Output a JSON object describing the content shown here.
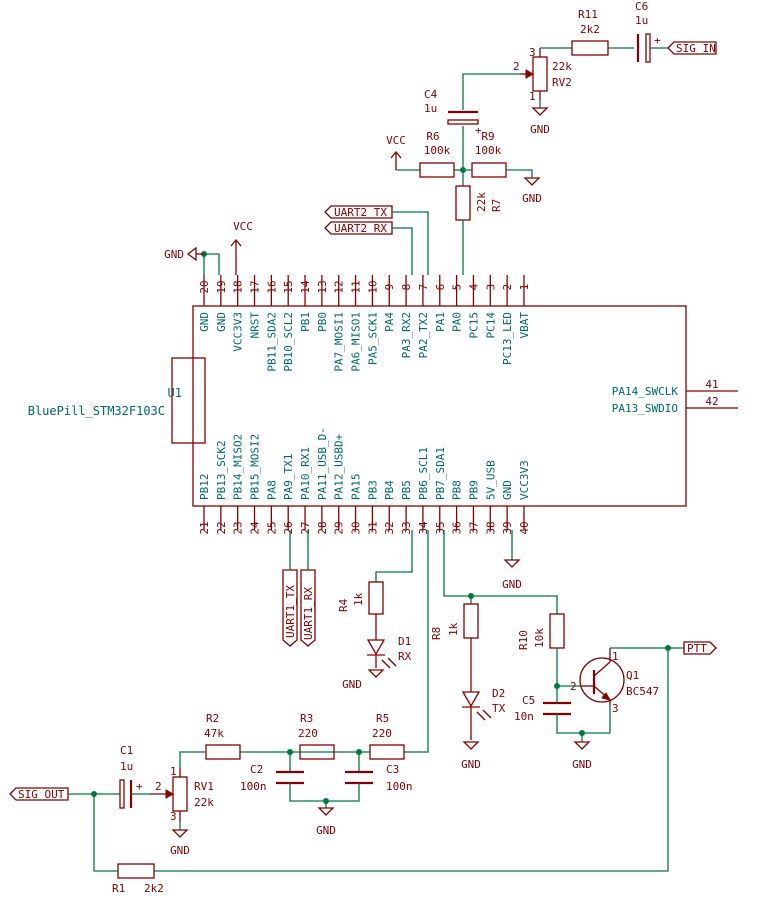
{
  "u1": {
    "ref": "U1",
    "value": "BluePill_STM32F103C",
    "top_pins": [
      {
        "num": "20",
        "name": "GND"
      },
      {
        "num": "19",
        "name": "GND"
      },
      {
        "num": "18",
        "name": "VCC3V3"
      },
      {
        "num": "17",
        "name": "NRST"
      },
      {
        "num": "16",
        "name": "PB11_SDA2"
      },
      {
        "num": "15",
        "name": "PB10_SCL2"
      },
      {
        "num": "14",
        "name": "PB1"
      },
      {
        "num": "13",
        "name": "PB0"
      },
      {
        "num": "12",
        "name": "PA7_MOSI1"
      },
      {
        "num": "11",
        "name": "PA6_MISO1"
      },
      {
        "num": "10",
        "name": "PA5_SCK1"
      },
      {
        "num": "9",
        "name": "PA4"
      },
      {
        "num": "8",
        "name": "PA3_RX2"
      },
      {
        "num": "7",
        "name": "PA2_TX2"
      },
      {
        "num": "6",
        "name": "PA1"
      },
      {
        "num": "5",
        "name": "PA0"
      },
      {
        "num": "4",
        "name": "PC15"
      },
      {
        "num": "3",
        "name": "PC14"
      },
      {
        "num": "2",
        "name": "PC13_LED"
      },
      {
        "num": "1",
        "name": "VBAT"
      }
    ],
    "bottom_pins": [
      {
        "num": "21",
        "name": "PB12"
      },
      {
        "num": "22",
        "name": "PB13_SCK2"
      },
      {
        "num": "23",
        "name": "PB14_MISO2"
      },
      {
        "num": "24",
        "name": "PB15_MOSI2"
      },
      {
        "num": "25",
        "name": "PA8"
      },
      {
        "num": "26",
        "name": "PA9_TX1"
      },
      {
        "num": "27",
        "name": "PA10_RX1"
      },
      {
        "num": "28",
        "name": "PA11_USB_D-"
      },
      {
        "num": "29",
        "name": "PA12_USBD+"
      },
      {
        "num": "30",
        "name": "PA15"
      },
      {
        "num": "31",
        "name": "PB3"
      },
      {
        "num": "32",
        "name": "PB4"
      },
      {
        "num": "33",
        "name": "PB5"
      },
      {
        "num": "34",
        "name": "PB6_SCL1"
      },
      {
        "num": "35",
        "name": "PB7_SDA1"
      },
      {
        "num": "36",
        "name": "PB8"
      },
      {
        "num": "37",
        "name": "PB9"
      },
      {
        "num": "38",
        "name": "5V_USB"
      },
      {
        "num": "39",
        "name": "GND"
      },
      {
        "num": "40",
        "name": "VCC3V3"
      }
    ],
    "right_pins": [
      {
        "num": "41",
        "name": "PA14_SWCLK"
      },
      {
        "num": "42",
        "name": "PA13_SWDIO"
      }
    ]
  },
  "labels": {
    "uart2_tx": "UART2_TX",
    "uart2_rx": "UART2_RX",
    "uart1_tx": "UART1_TX",
    "uart1_rx": "UART1_RX",
    "sig_in": "SIG_IN",
    "sig_out": "SIG_OUT",
    "ptt": "PTT"
  },
  "power": {
    "gnd": "GND",
    "vcc": "VCC"
  },
  "parts": {
    "r11": {
      "ref": "R11",
      "value": "2k2"
    },
    "c6": {
      "ref": "C6",
      "value": "1u"
    },
    "rv2": {
      "ref": "RV2",
      "value": "22k",
      "p1": "1",
      "p2": "2",
      "p3": "3"
    },
    "c4": {
      "ref": "C4",
      "value": "1u"
    },
    "r6": {
      "ref": "R6",
      "value": "100k"
    },
    "r9": {
      "ref": "R9",
      "value": "100k"
    },
    "r7": {
      "ref": "R7",
      "value": "22k"
    },
    "r4": {
      "ref": "R4",
      "value": "1k"
    },
    "d1": {
      "ref": "D1",
      "value": "RX"
    },
    "r8": {
      "ref": "R8",
      "value": "1k"
    },
    "d2": {
      "ref": "D2",
      "value": "TX"
    },
    "r10": {
      "ref": "R10",
      "value": "10k"
    },
    "q1": {
      "ref": "Q1",
      "value": "BC547",
      "p1": "1",
      "p2": "2",
      "p3": "3"
    },
    "c5": {
      "ref": "C5",
      "value": "10n"
    },
    "r2": {
      "ref": "R2",
      "value": "47k"
    },
    "r3": {
      "ref": "R3",
      "value": "220"
    },
    "r5": {
      "ref": "R5",
      "value": "220"
    },
    "c2": {
      "ref": "C2",
      "value": "100n"
    },
    "c3": {
      "ref": "C3",
      "value": "100n"
    },
    "c1": {
      "ref": "C1",
      "value": "1u"
    },
    "rv1": {
      "ref": "RV1",
      "value": "22k",
      "p1": "1",
      "p2": "2",
      "p3": "3"
    },
    "r1": {
      "ref": "R1",
      "value": "2k2"
    }
  },
  "polarity": {
    "plus": "+"
  }
}
